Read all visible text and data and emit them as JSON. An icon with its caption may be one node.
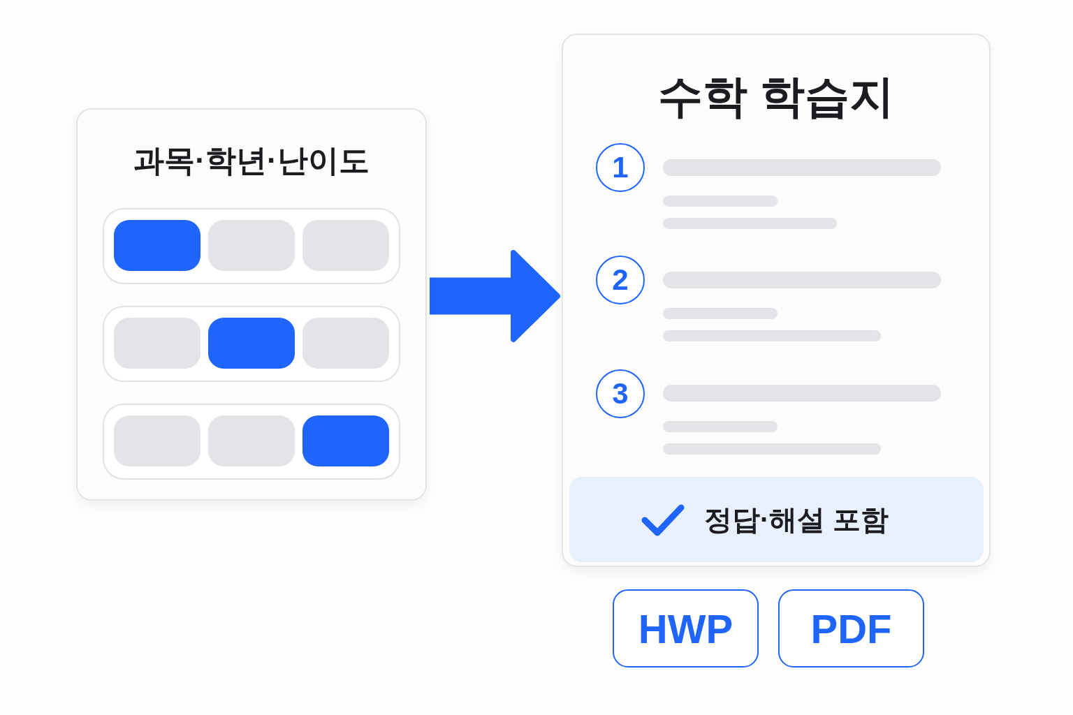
{
  "diagram": {
    "nodes": [
      {
        "text": [
          "과목·학년·난이도"
        ]
      },
      {
        "text": [],
        "shape": "box",
        "in": 0
      },
      {
        "text": [],
        "shape": "box",
        "in": 1
      },
      {
        "text": [],
        "shape": "box",
        "in": 1
      },
      {
        "text": [],
        "shape": "box",
        "in": 1
      },
      {
        "text": [],
        "shape": "box",
        "in": 0
      },
      {
        "text": [],
        "shape": "box",
        "in": 5
      },
      {
        "text": [],
        "shape": "box",
        "in": 5
      },
      {
        "text": [],
        "shape": "box",
        "in": 5
      },
      {
        "text": [],
        "shape": "box",
        "in": 0
      },
      {
        "text": [],
        "shape": "box",
        "in": 9
      },
      {
        "text": [],
        "shape": "box",
        "in": 9
      },
      {
        "text": [],
        "shape": "box",
        "in": 9
      },
      {
        "text": [
          "수학 학습지"
        ]
      },
      {
        "text": [
          "1"
        ],
        "in": 13
      },
      {
        "text": [
          "2"
        ],
        "in": 13
      },
      {
        "text": [
          "3"
        ],
        "in": 13
      },
      {
        "text": [
          "정답·해설 포함"
        ],
        "in": 13
      },
      {
        "text": [
          "HWP"
        ]
      },
      {
        "text": [
          "PDF"
        ]
      }
    ],
    "edges": [
      {
        "from": 0,
        "to": 13,
        "arrow": "to"
      }
    ]
  }
}
